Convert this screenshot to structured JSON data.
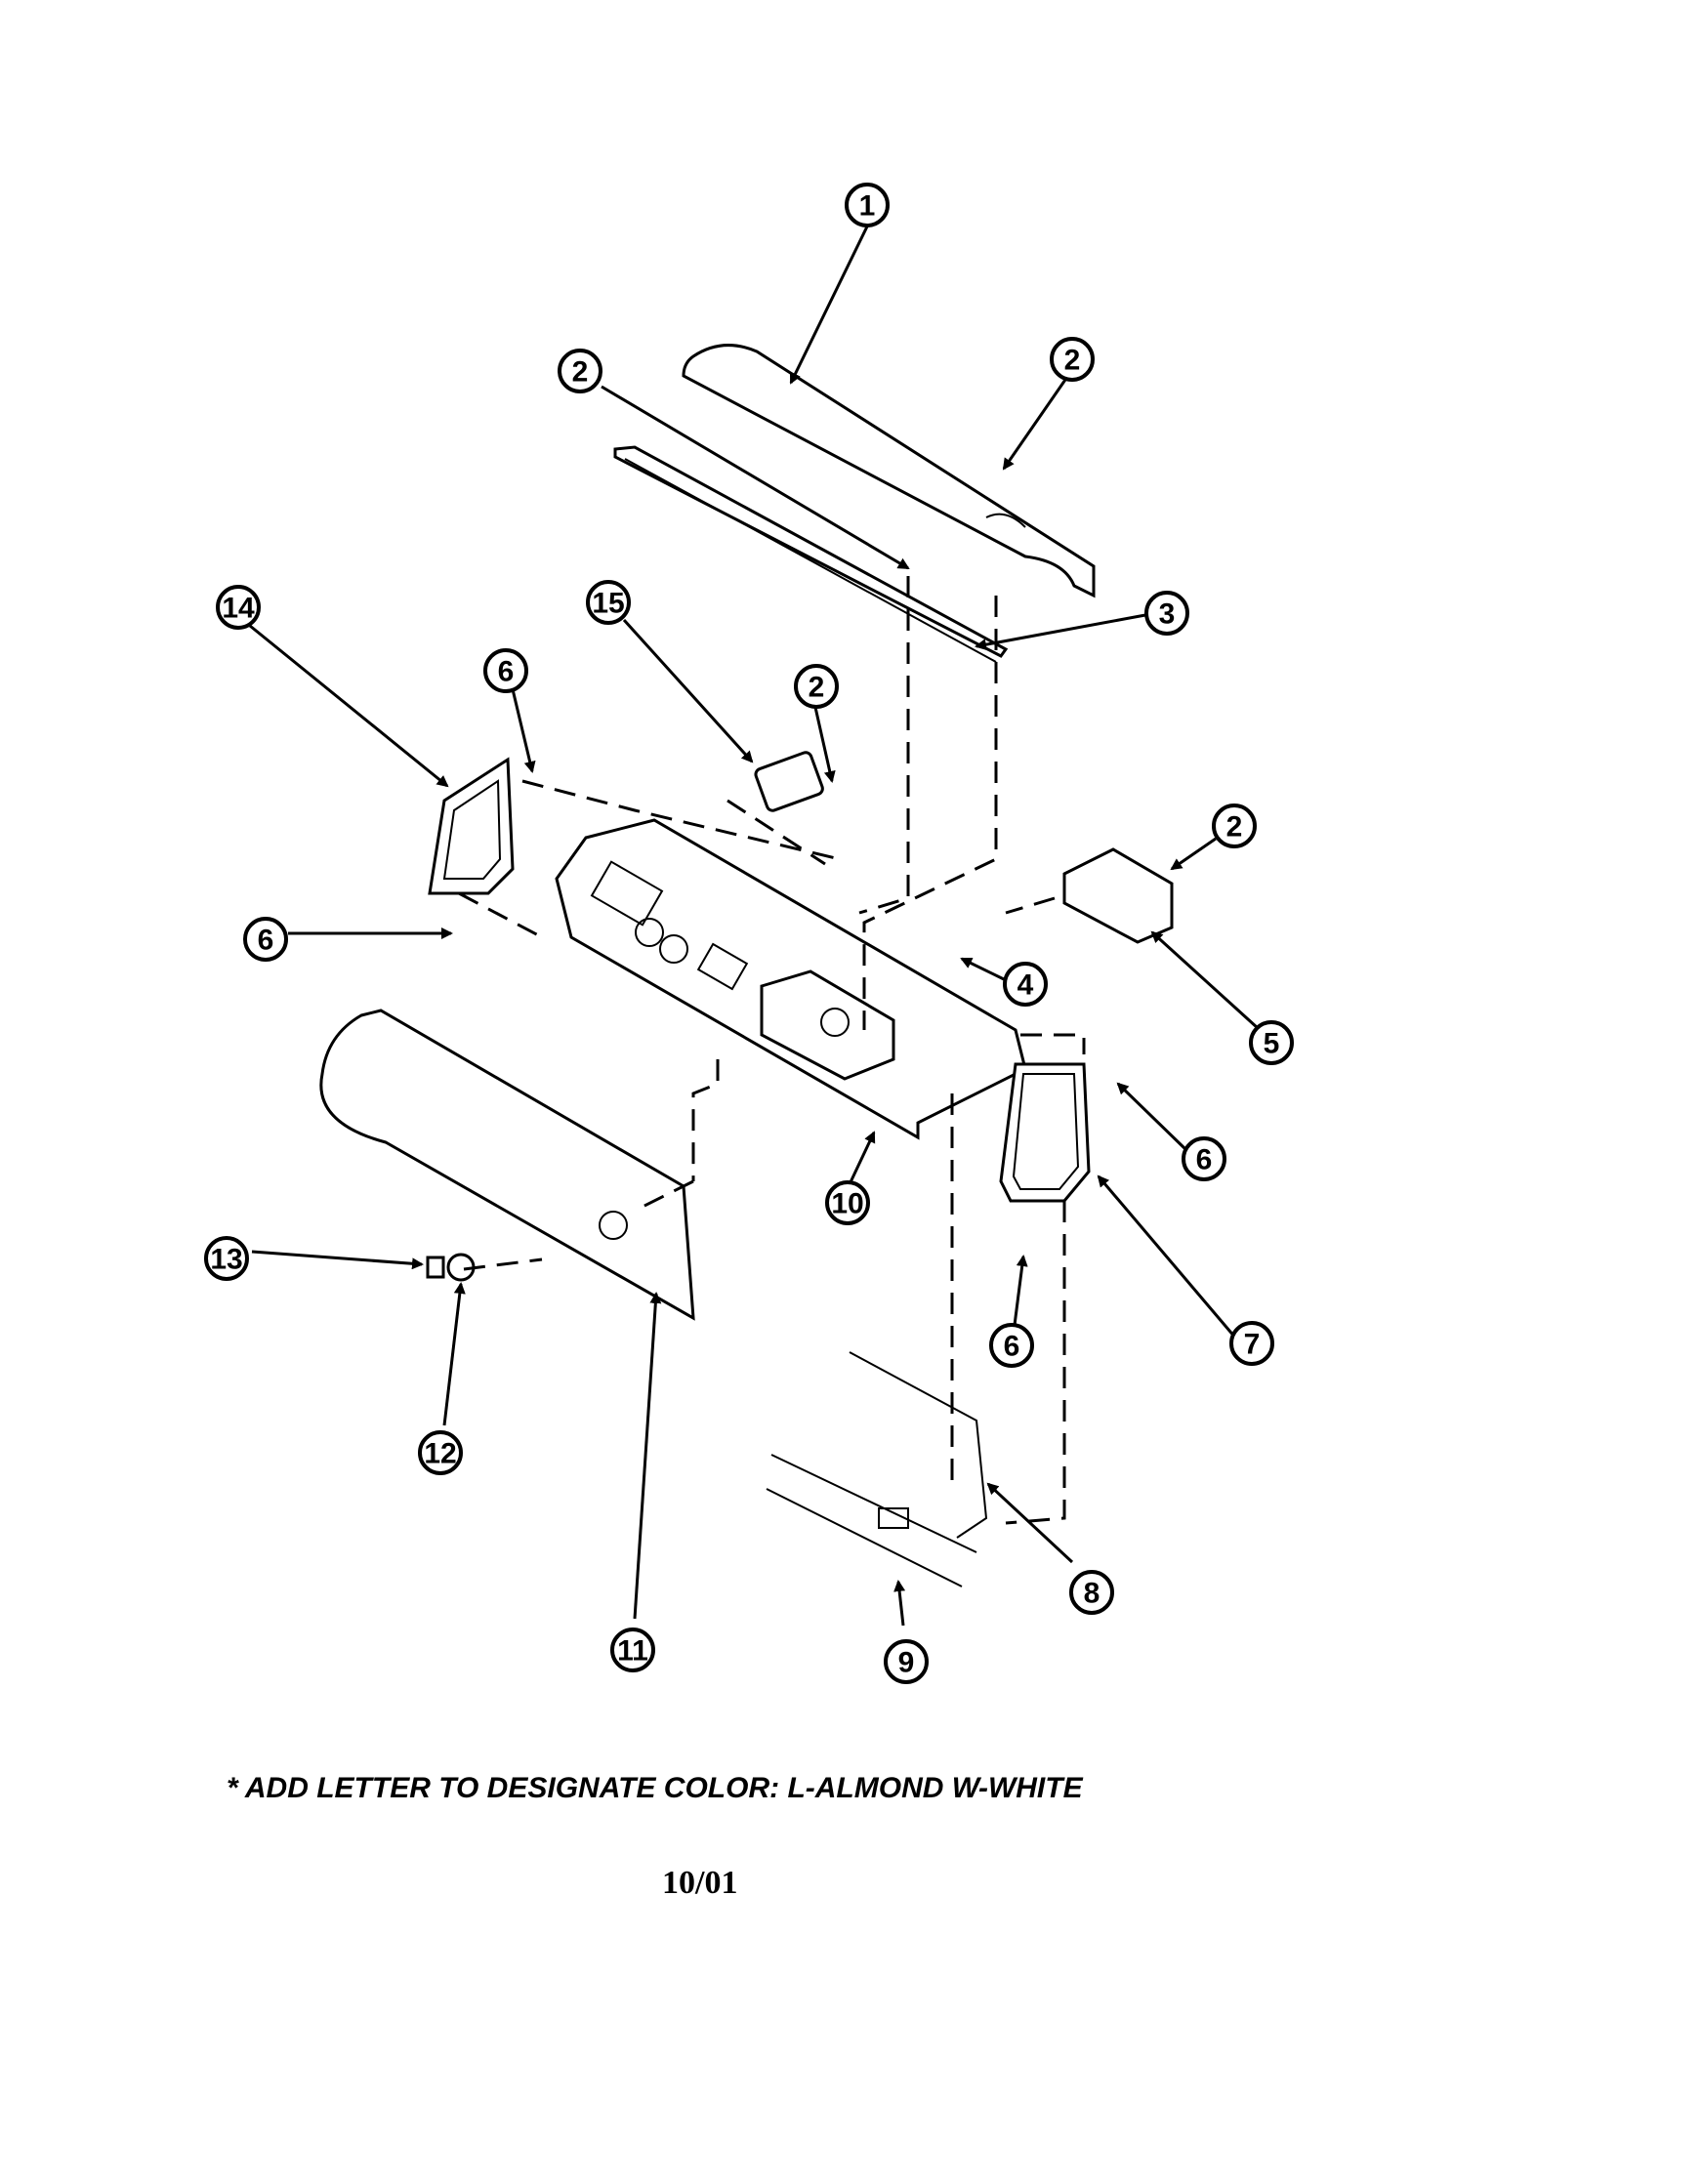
{
  "diagram": {
    "callouts": [
      "1",
      "2",
      "2",
      "3",
      "14",
      "15",
      "6",
      "2",
      "2",
      "6",
      "4",
      "5",
      "10",
      "6",
      "13",
      "7",
      "6",
      "11",
      "12",
      "8",
      "9"
    ]
  },
  "footnote": "* ADD LETTER TO DESIGNATE COLOR: L-ALMOND  W-WHITE",
  "date": "10/01"
}
